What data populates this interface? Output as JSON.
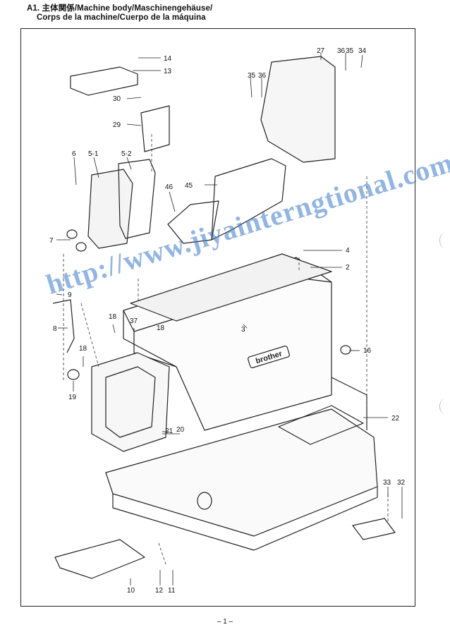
{
  "header": {
    "line1": "A1. 主体関係/Machine body/Maschinengehäuse/",
    "line2": "Corps de la machine/Cuerpo de la máquina"
  },
  "watermark": "http://www.jiyainterngtional.com/",
  "page_number": "– 1 –",
  "brand_plate": "brother",
  "callouts": [
    {
      "id": "p14",
      "text": "14"
    },
    {
      "id": "p13",
      "text": "13"
    },
    {
      "id": "p30",
      "text": "30"
    },
    {
      "id": "p29",
      "text": "29"
    },
    {
      "id": "p27",
      "text": "27"
    },
    {
      "id": "p36a",
      "text": "36"
    },
    {
      "id": "p35a",
      "text": "35"
    },
    {
      "id": "p34",
      "text": "34"
    },
    {
      "id": "p35b",
      "text": "35"
    },
    {
      "id": "p36b",
      "text": "36"
    },
    {
      "id": "p6",
      "text": "6"
    },
    {
      "id": "p51",
      "text": "5-1"
    },
    {
      "id": "p52",
      "text": "5-2"
    },
    {
      "id": "p46",
      "text": "46"
    },
    {
      "id": "p45",
      "text": "45"
    },
    {
      "id": "p7",
      "text": "7"
    },
    {
      "id": "p4",
      "text": "4"
    },
    {
      "id": "p2",
      "text": "2"
    },
    {
      "id": "p9",
      "text": "9"
    },
    {
      "id": "p8",
      "text": "8"
    },
    {
      "id": "p18a",
      "text": "18"
    },
    {
      "id": "p37",
      "text": "37"
    },
    {
      "id": "p18b",
      "text": "18"
    },
    {
      "id": "p3",
      "text": "3"
    },
    {
      "id": "p16",
      "text": "16"
    },
    {
      "id": "p18c",
      "text": "18"
    },
    {
      "id": "p19",
      "text": "19"
    },
    {
      "id": "p22",
      "text": "22"
    },
    {
      "id": "p21",
      "text": "21"
    },
    {
      "id": "p20",
      "text": "20"
    },
    {
      "id": "p33",
      "text": "33"
    },
    {
      "id": "p32",
      "text": "32"
    },
    {
      "id": "p10",
      "text": "10"
    },
    {
      "id": "p12",
      "text": "12"
    },
    {
      "id": "p11",
      "text": "11"
    }
  ]
}
